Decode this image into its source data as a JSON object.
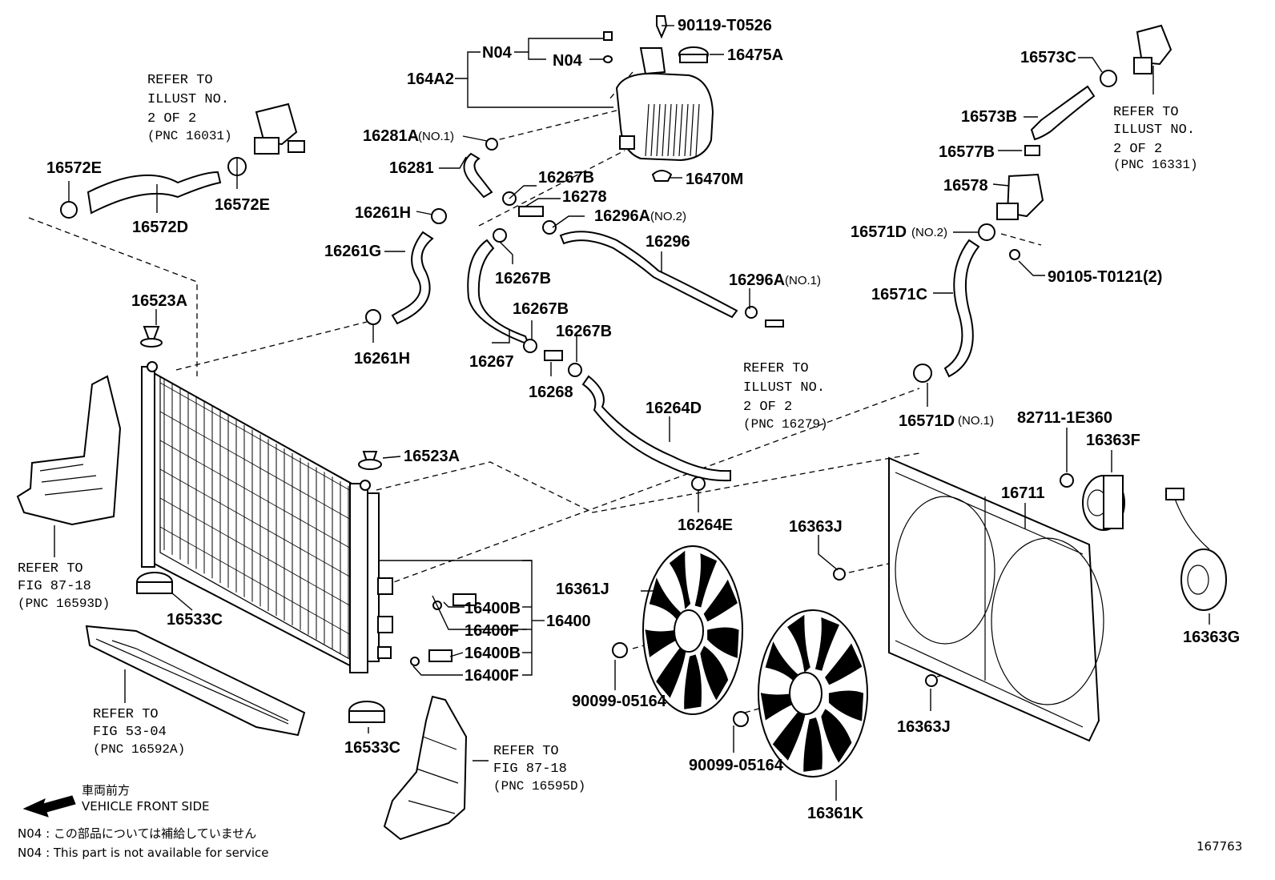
{
  "diagram_id": "167763",
  "legend": {
    "direction_jp": "車両前方",
    "direction_en": "VEHICLE FRONT SIDE",
    "n04_jp": "N04 : この部品については補給していません",
    "n04_en": "N04 : This part is not available for service"
  },
  "refs": {
    "pnc16031": [
      "REFER TO",
      "ILLUST NO.",
      "2 OF 2",
      "(PNC 16031)"
    ],
    "pnc16331": [
      "REFER TO",
      "ILLUST NO.",
      "2 OF 2",
      "(PNC 16331)"
    ],
    "pnc16279": [
      "REFER TO",
      "ILLUST NO.",
      "2 OF 2",
      "(PNC 16279)"
    ],
    "pnc16593d": [
      "REFER TO",
      "FIG 87-18",
      "(PNC 16593D)"
    ],
    "pnc16592a": [
      "REFER TO",
      "FIG 53-04",
      "(PNC 16592A)"
    ],
    "pnc16595d": [
      "REFER TO",
      "FIG 87-18",
      "(PNC 16595D)"
    ]
  },
  "labels": {
    "p90119": "90119-T0526",
    "n04a": "N04",
    "n04b": "N04",
    "p164a2": "164A2",
    "p16475a": "16475A",
    "p16281a": "16281A",
    "p16281a_note": "(NO.1)",
    "p16281": "16281",
    "p16267b_1": "16267B",
    "p16278": "16278",
    "p16261h_1": "16261H",
    "p16296a_2": "16296A",
    "p16296a_2_note": "(NO.2)",
    "p16470m": "16470M",
    "p16572e_1": "16572E",
    "p16572e_2": "16572E",
    "p16572d": "16572D",
    "p16261g": "16261G",
    "p16267b_2": "16267B",
    "p16296": "16296",
    "p16296a_1": "16296A",
    "p16296a_1_note": "(NO.1)",
    "p16523a_1": "16523A",
    "p16267b_3": "16267B",
    "p16267b_4": "16267B",
    "p16261h_2": "16261H",
    "p16267": "16267",
    "p16268": "16268",
    "p16264d": "16264D",
    "p16523a_2": "16523A",
    "p16264e": "16264E",
    "p16573c": "16573C",
    "p16573b": "16573B",
    "p16577b": "16577B",
    "p16578": "16578",
    "p16571d_2": "16571D",
    "p16571d_2_note": "(NO.2)",
    "p90105": "90105-T0121(2)",
    "p16571c": "16571C",
    "p16571d_1": "16571D",
    "p16571d_1_note": "(NO.1)",
    "p82711": "82711-1E360",
    "p16363f": "16363F",
    "p16711": "16711",
    "p16363j_1": "16363J",
    "p16361j": "16361J",
    "p16400b_1": "16400B",
    "p16400f_1": "16400F",
    "p16400": "16400",
    "p16400b_2": "16400B",
    "p16400f_2": "16400F",
    "p16533c_1": "16533C",
    "p16533c_2": "16533C",
    "p90099_1": "90099-05164",
    "p90099_2": "90099-05164",
    "p16363g": "16363G",
    "p16363j_2": "16363J",
    "p16361k": "16361K"
  }
}
